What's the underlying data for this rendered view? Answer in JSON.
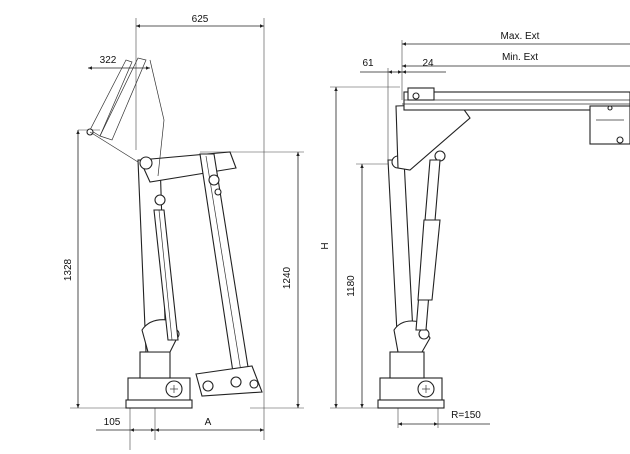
{
  "left_view": {
    "top_width": "625",
    "boom_offset": "322",
    "total_height": "1328",
    "mast_height": "1240",
    "base_offset": "105",
    "reach": "A"
  },
  "right_view": {
    "max_ext": "Max. Ext",
    "min_ext": "Min. Ext",
    "offset_1": "61",
    "offset_2": "24",
    "height_var": "H",
    "pillar_height": "1180",
    "radius": "R=150"
  }
}
